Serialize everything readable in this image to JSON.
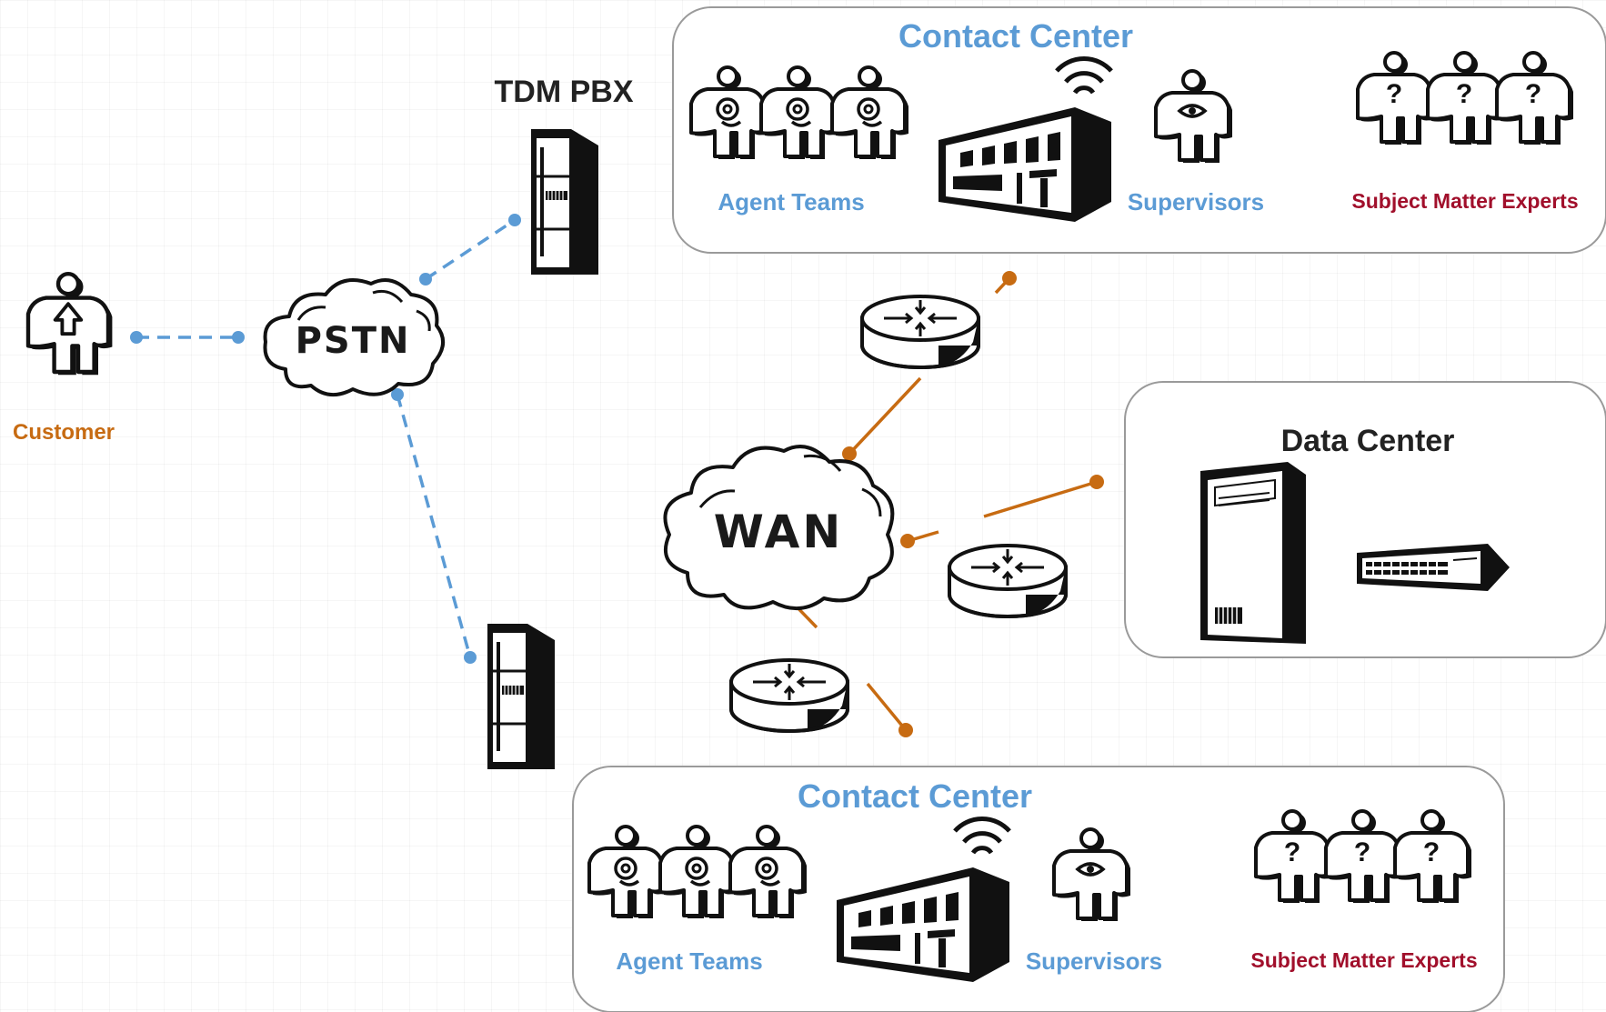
{
  "colors": {
    "blue_label": "#5b9bd5",
    "orange": "#c76b12",
    "red_label": "#a10f2b",
    "dark_label": "#222222",
    "pstn_link": "#5b9bd5",
    "wan_link": "#c76b12"
  },
  "customer": {
    "label": "Customer",
    "icon": "person-upload-icon"
  },
  "pstn": {
    "label": "PSTN"
  },
  "wan": {
    "label": "WAN"
  },
  "tdm_pbx": {
    "label": "TDM PBX"
  },
  "data_center": {
    "title": "Data Center"
  },
  "contact_center_top": {
    "title": "Contact Center",
    "agents_label": "Agent Teams",
    "supervisors_label": "Supervisors",
    "sme_label": "Subject Matter Experts"
  },
  "contact_center_bottom": {
    "title": "Contact Center",
    "agents_label": "Agent Teams",
    "supervisors_label": "Supervisors",
    "sme_label": "Subject Matter Experts"
  }
}
